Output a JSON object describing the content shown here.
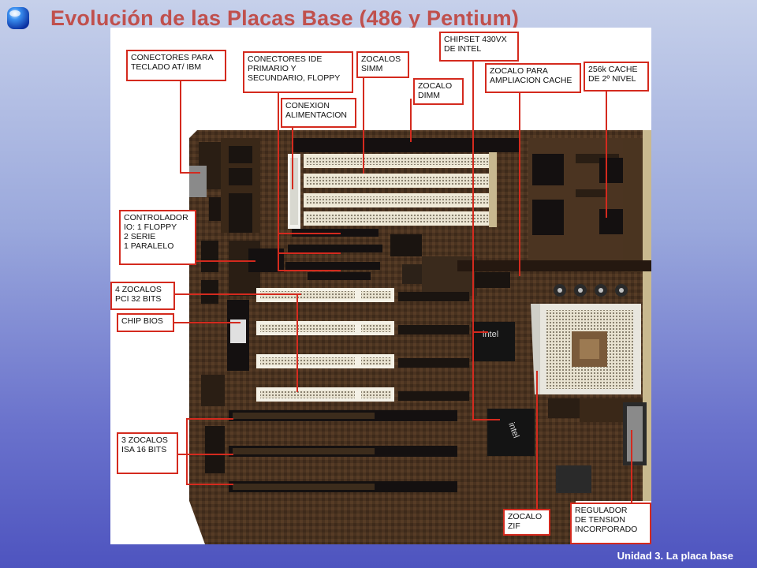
{
  "slide": {
    "title": "Evolución de las Placas Base (486 y Pentium)",
    "footer": "Unidad 3. La placa base",
    "bullet_icon": "blue-cube-bullet-icon"
  },
  "motherboard": {
    "image": "motherboard-photo",
    "chip_markings": {
      "intel_chip_1": "intel",
      "intel_chip_2": "intel"
    }
  },
  "labels": {
    "teclado": "CONECTORES PARA\nTECLADO AT/ IBM",
    "ide": "CONECTORES IDE\nPRIMARIO Y\nSECUNDARIO, FLOPPY",
    "simm": "ZOCALOS\nSIMM",
    "dimm": "ZOCALO\nDIMM",
    "alimentacion": "CONEXION\nALIMENTACION",
    "chipset": "CHIPSET 430VX\nDE INTEL",
    "cache_socket": "ZOCALO PARA\nAMPLIACION CACHE",
    "cache_256k": "256k CACHE\nDE 2º NIVEL",
    "controlador": "CONTROLADOR\n  IO: 1 FLOPPY\n  2 SERIE\n  1 PARALELO",
    "pci": "4 ZOCALOS\nPCI 32 BITS",
    "bios": "CHIP BIOS",
    "isa": "3 ZOCALOS\nISA 16 BITS",
    "zif": "ZOCALO\nZIF",
    "regulador": "REGULADOR\nDE TENSION\nINCORPORADO"
  },
  "colors": {
    "title": "#c0504d",
    "label_border": "#d42a1e",
    "board": "#2e1f12"
  }
}
